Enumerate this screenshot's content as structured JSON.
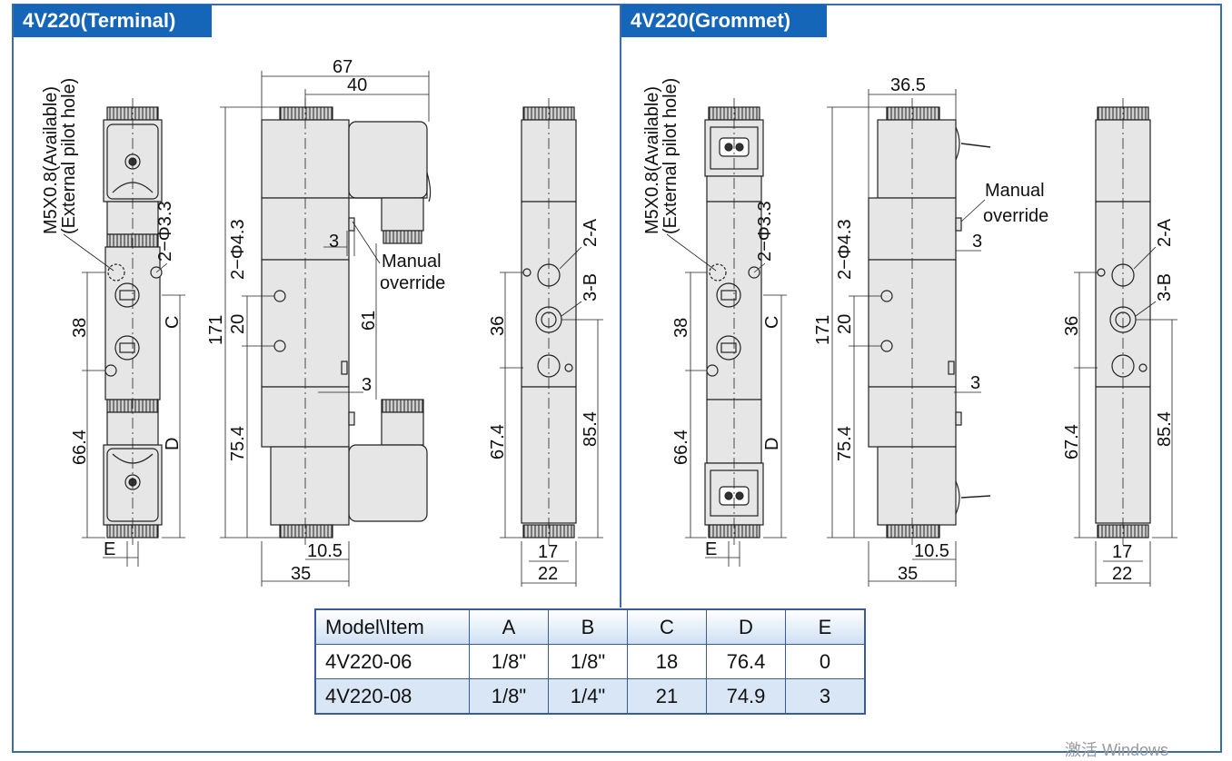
{
  "panels": {
    "left_title": "4V220(Terminal)",
    "right_title": "4V220(Grommet)"
  },
  "annotations": {
    "pilot_hole": "M5X0.8(Available)",
    "pilot_hole_note": "(External pilot hole)",
    "hole_small": "2−Φ3.3",
    "hole_large": "2−Φ4.3",
    "manual_1": "Manual",
    "manual_2": "override",
    "port_a": "2-A",
    "port_b": "3-B",
    "label_c": "C",
    "label_d": "D",
    "label_e": "E"
  },
  "dims": {
    "d67": "67",
    "d40": "40",
    "d36_5": "36.5",
    "d171": "171",
    "d20": "20",
    "d61": "61",
    "d38": "38",
    "d66_4": "66.4",
    "d75_4": "75.4",
    "d3": "3",
    "d10_5": "10.5",
    "d35": "35",
    "d36": "36",
    "d67_4": "67.4",
    "d85_4": "85.4",
    "d17": "17",
    "d22": "22"
  },
  "spec_table": {
    "header": [
      "Model\\Item",
      "A",
      "B",
      "C",
      "D",
      "E"
    ],
    "rows": [
      [
        "4V220-06",
        "1/8\"",
        "1/8\"",
        "18",
        "76.4",
        "0"
      ],
      [
        "4V220-08",
        "1/8\"",
        "1/4\"",
        "21",
        "74.9",
        "3"
      ]
    ]
  },
  "watermark": "激活 Windows",
  "colors": {
    "accent": "#1565b8",
    "border": "#3a6ea5",
    "body": "#e6e6e6",
    "table_alt": "#d9e6f5"
  }
}
